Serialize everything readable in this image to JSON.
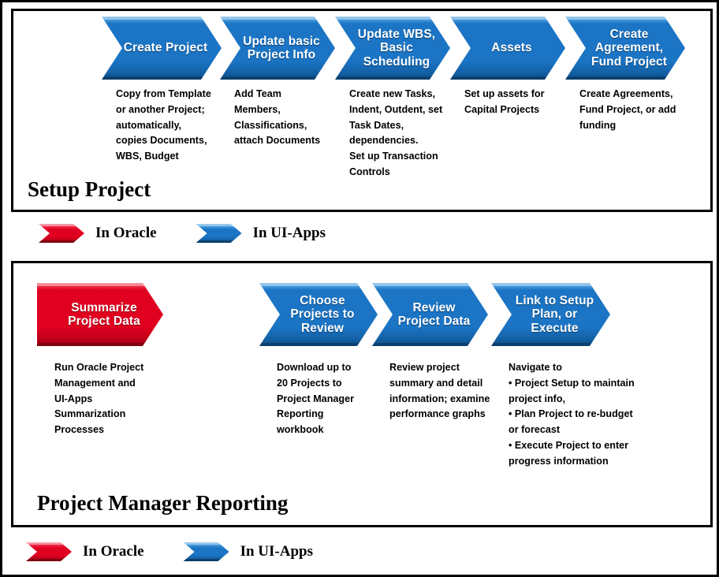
{
  "colors": {
    "oracle_red": "#e00020",
    "uiapps_blue": "#1b74c4",
    "border": "#000000",
    "text": "#000000",
    "chevron_text": "#ffffff"
  },
  "panels": [
    {
      "id": "setup",
      "title": "Setup Project",
      "steps": [
        {
          "label": "Create Project",
          "color": "blue",
          "shape": "notched",
          "width": 152,
          "desc": "Copy from Template\nor another Project;\nautomatically,\ncopies Documents,\nWBS, Budget"
        },
        {
          "label": "Update basic\nProject Info",
          "color": "blue",
          "shape": "notched",
          "width": 146,
          "desc": "Add Team\nMembers,\nClassifications,\nattach Documents"
        },
        {
          "label": "Update WBS,\nBasic\nScheduling",
          "color": "blue",
          "shape": "notched",
          "width": 146,
          "desc": "Create new Tasks,\nIndent, Outdent, set\nTask Dates,\ndependencies.\nSet up Transaction\nControls"
        },
        {
          "label": "Assets",
          "color": "blue",
          "shape": "notched",
          "width": 146,
          "desc": "Set up assets for\nCapital Projects"
        },
        {
          "label": "Create\nAgreement,\nFund Project",
          "color": "blue",
          "shape": "notched",
          "width": 152,
          "desc": "Create Agreements,\nFund Project, or add\nfunding"
        }
      ]
    },
    {
      "id": "reporting",
      "title": "Project Manager Reporting",
      "steps": [
        {
          "label": "Summarize\nProject Data",
          "color": "red",
          "shape": "flat",
          "width": 160,
          "desc": "Run Oracle Project\nManagement and\nUI-Apps\nSummarization\nProcesses"
        },
        {
          "label": "Choose\nProjects to\nReview",
          "color": "blue",
          "shape": "notched",
          "width": 150,
          "desc": "Download up to\n20 Projects to\nProject Manager\nReporting\nworkbook"
        },
        {
          "label": "Review\nProject Data",
          "color": "blue",
          "shape": "notched",
          "width": 147,
          "desc": "Review project\nsummary and detail\ninformation; examine\nperformance graphs"
        },
        {
          "label": "Link to Setup\nPlan, or\nExecute",
          "color": "blue",
          "shape": "notched",
          "width": 151,
          "desc": "Navigate to\n• Project Setup to maintain\nproject info,\n• Plan Project to re-budget\nor forecast\n• Execute Project to enter\nprogress information"
        }
      ]
    }
  ],
  "legends": {
    "top": [
      {
        "color": "red",
        "label": "In Oracle"
      },
      {
        "color": "blue",
        "label": "In UI-Apps"
      }
    ],
    "bottom": [
      {
        "color": "red",
        "label": "In Oracle"
      },
      {
        "color": "blue",
        "label": "In UI-Apps"
      }
    ]
  }
}
